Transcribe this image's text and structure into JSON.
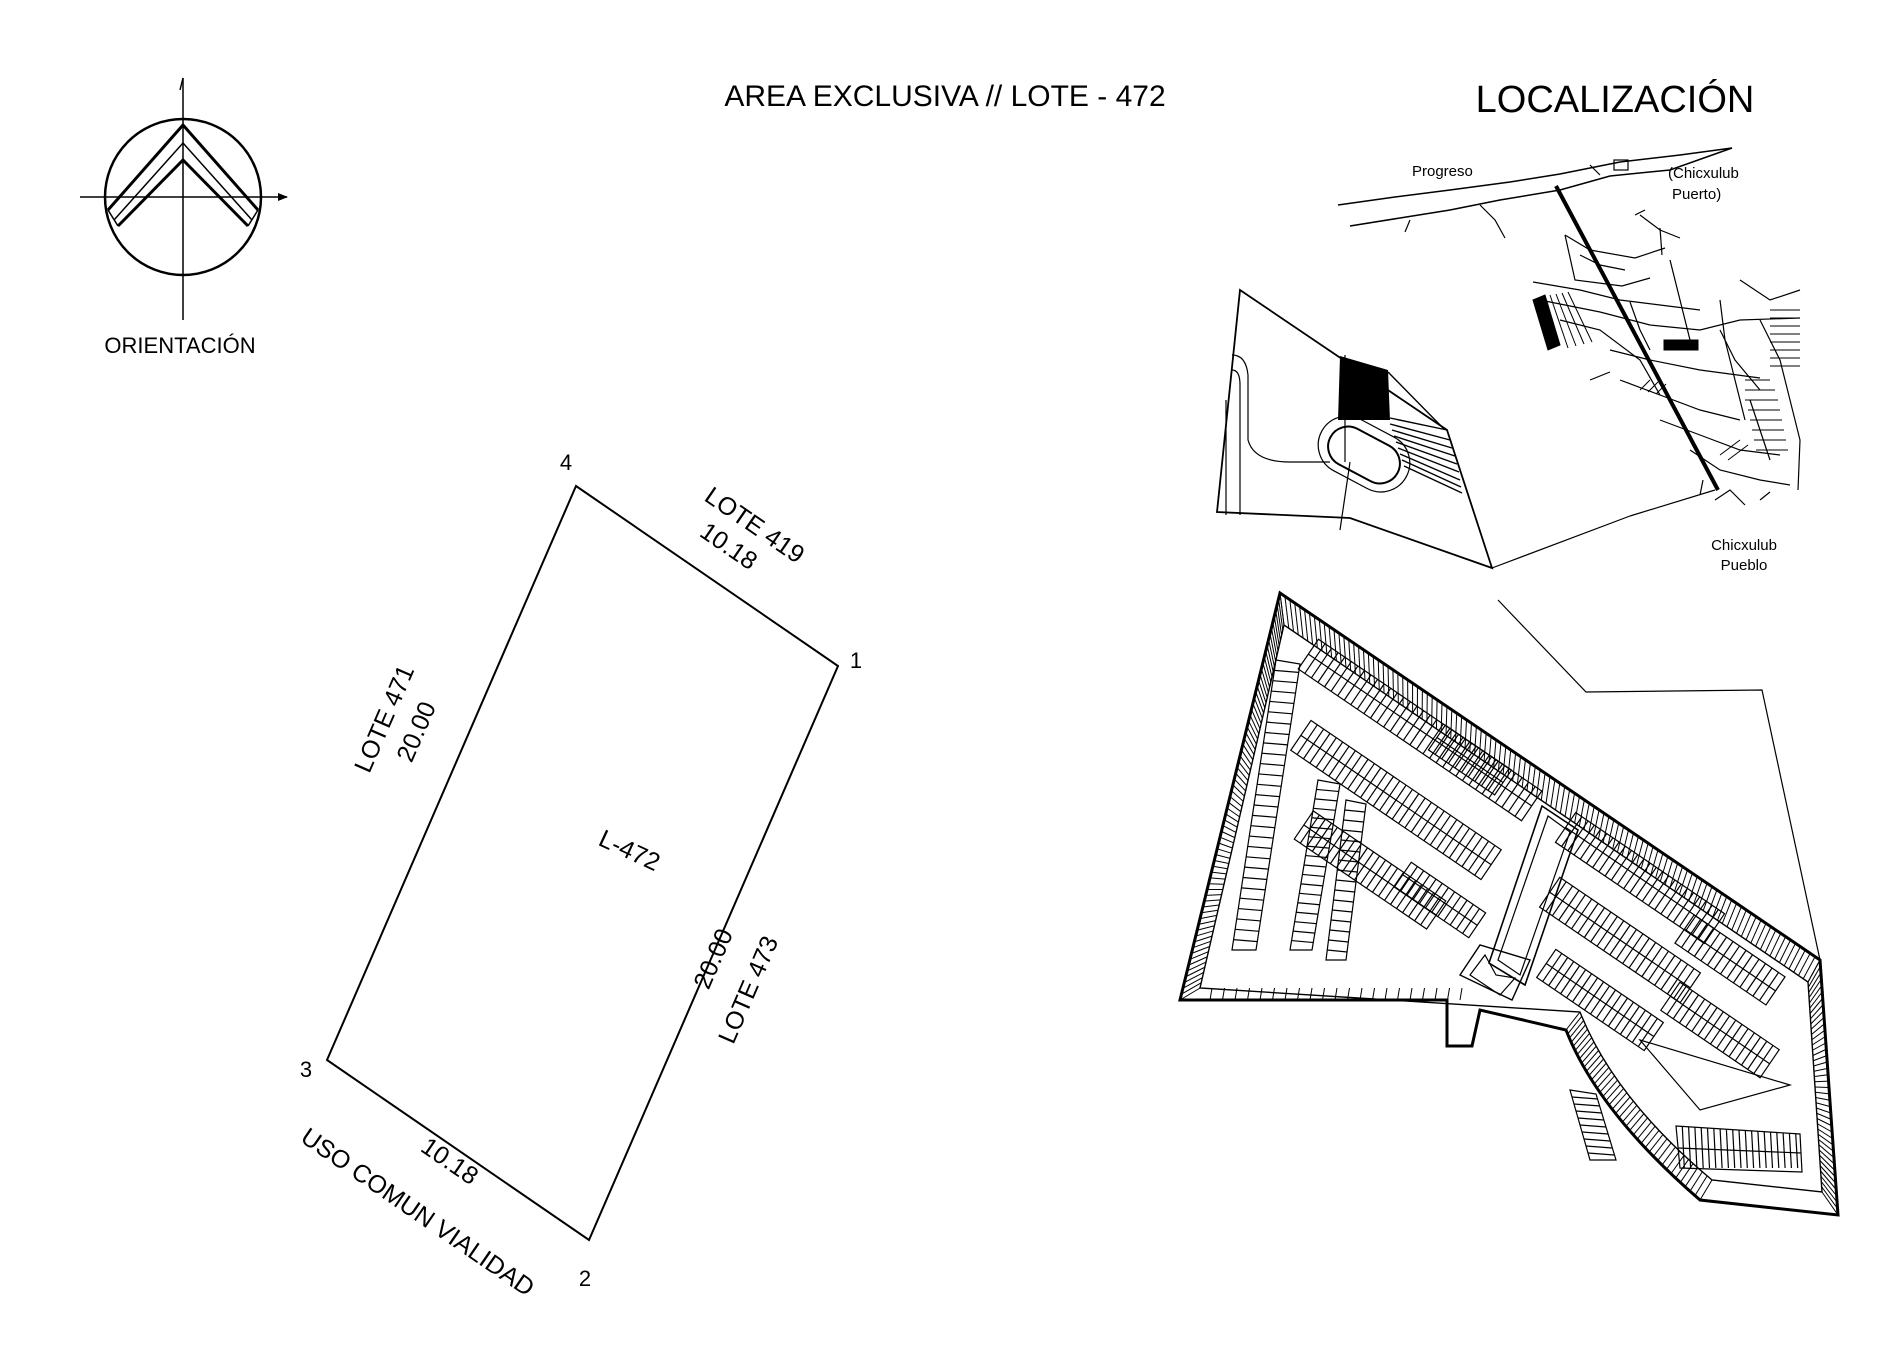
{
  "header": {
    "title": "AREA EXCLUSIVA // LOTE - 472",
    "location_title": "LOCALIZACIÓN"
  },
  "orientation": {
    "label": "ORIENTACIÓN",
    "icon": "north-arrow-icon"
  },
  "lot": {
    "id_label": "L-472",
    "vertices": [
      "1",
      "2",
      "3",
      "4"
    ],
    "sides": {
      "north": {
        "neighbor": "LOTE 419",
        "length": "10.18"
      },
      "west": {
        "neighbor": "LOTE 471",
        "length": "20.00"
      },
      "east": {
        "neighbor": "LOTE 473",
        "length": "20.00"
      },
      "south": {
        "neighbor": "USO COMUN VIALIDAD",
        "length": "10.18"
      }
    }
  },
  "location_map": {
    "places": [
      "Progreso",
      "(Chicxulub",
      "Puerto)",
      "Chicxulub",
      "Pueblo"
    ]
  }
}
